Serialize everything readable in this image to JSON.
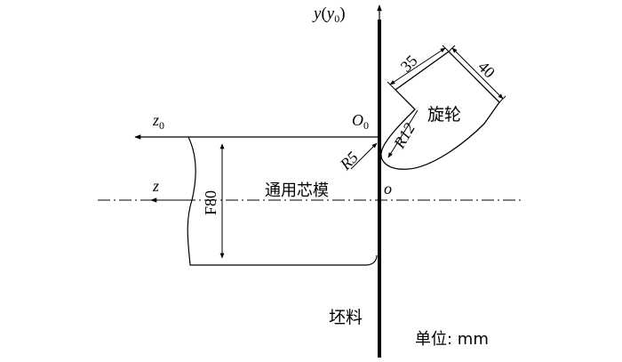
{
  "diagram": {
    "axis_y": "y",
    "axis_y0": "y",
    "axis_y0_sub": "0",
    "axis_z0": "z",
    "axis_z0_sub": "0",
    "axis_z": "z",
    "origin_O0": "O",
    "origin_O0_sub": "0",
    "origin_o": "o",
    "dim_35": "35",
    "dim_40": "40",
    "radius_R12": "R12",
    "radius_R5": "R5",
    "diameter_F80": "F80",
    "label_roller": "旋轮",
    "label_mandrel": "通用芯模",
    "label_blank": "坯料",
    "label_unit": "单位: mm"
  }
}
